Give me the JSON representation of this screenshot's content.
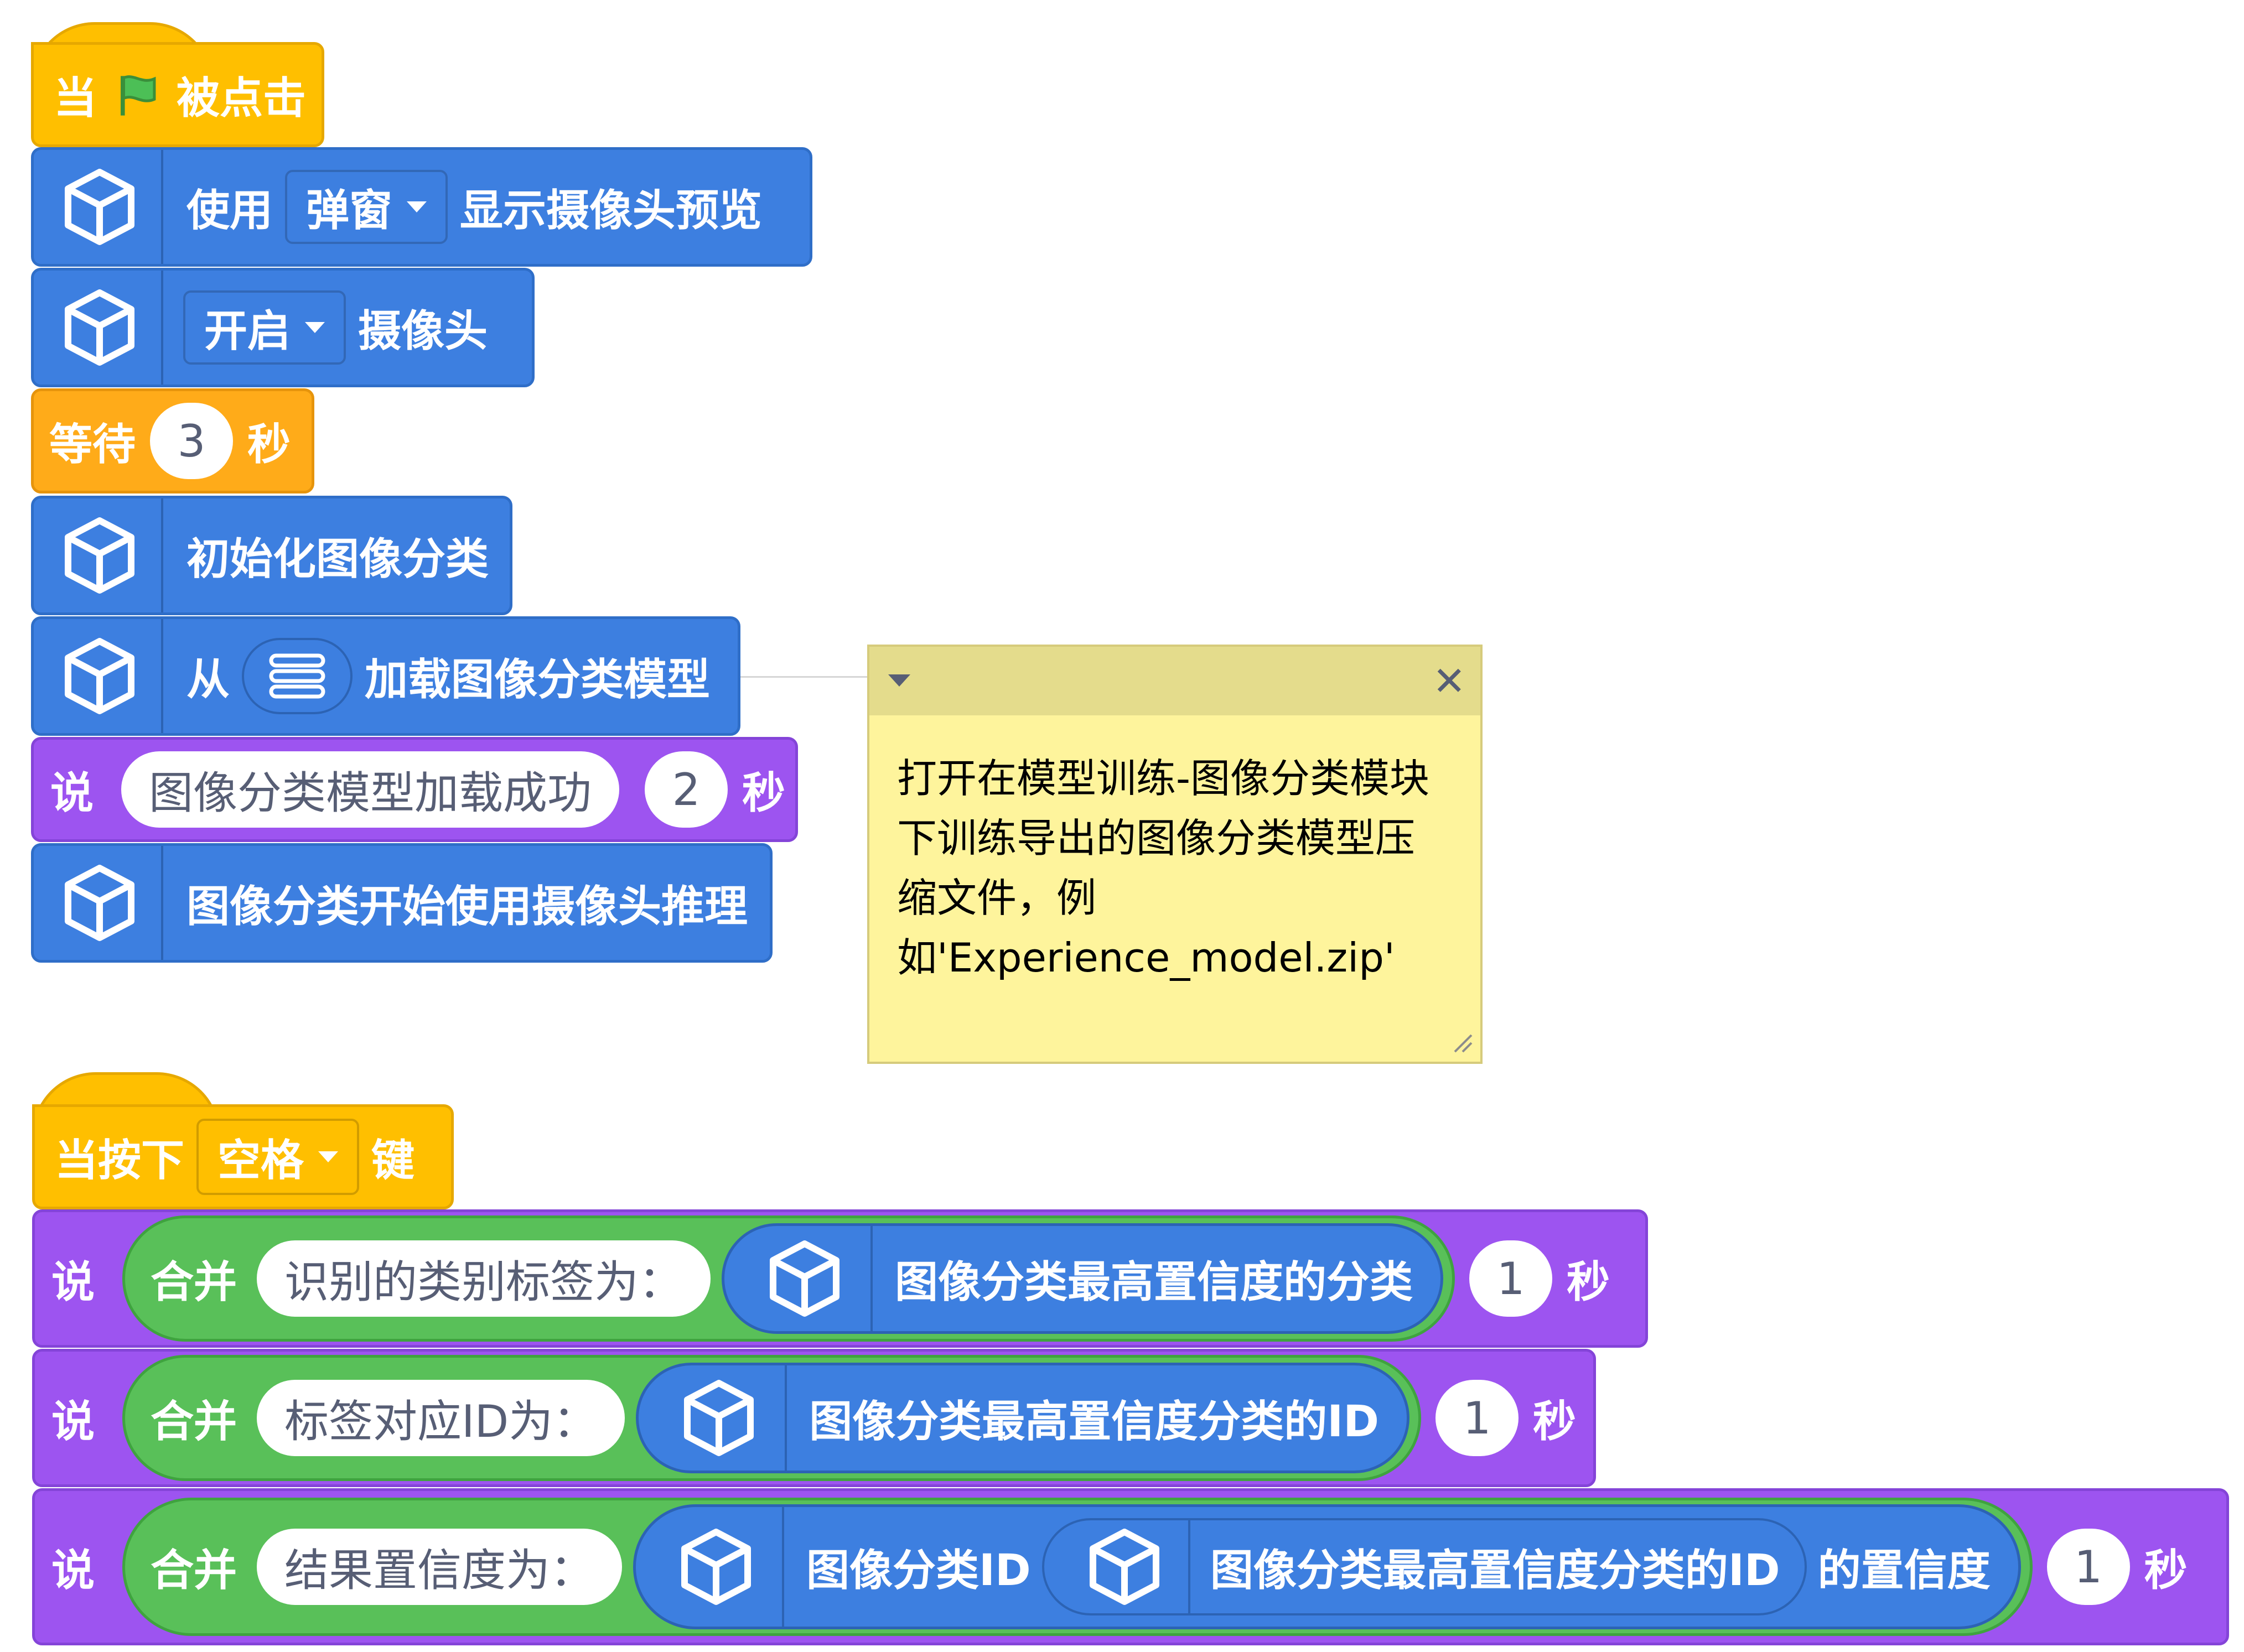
{
  "script1": {
    "hat": {
      "prefix": "当",
      "suffix": "被点击",
      "flag_icon": "green-flag-icon"
    },
    "blocks": [
      {
        "icon": "cube-icon",
        "pre": "使用",
        "dropdown": "弹窗",
        "post": "显示摄像头预览"
      },
      {
        "icon": "cube-icon",
        "dropdown": "开启",
        "post": "摄像头"
      },
      {
        "label": "等待",
        "value": "3",
        "unit": "秒"
      },
      {
        "icon": "cube-icon",
        "text": "初始化图像分类"
      },
      {
        "icon": "cube-icon",
        "pre": "从",
        "list_icon": "list-icon",
        "post": "加载图像分类模型"
      },
      {
        "label": "说",
        "message": "图像分类模型加载成功",
        "value": "2",
        "unit": "秒"
      },
      {
        "icon": "cube-icon",
        "text": "图像分类开始使用摄像头推理"
      }
    ]
  },
  "comment": {
    "text": "打开在模型训练-图像分类模块下训练导出的图像分类模型压缩文件，例如'Experience_model.zip'",
    "lines": [
      "打开在模型训练-图像分类模块",
      "下训练导出的图像分类模型压",
      "缩文件，例",
      "如'Experience_model.zip'"
    ],
    "collapse_icon": "triangle-down-icon",
    "close_icon": "close-icon",
    "resize_icon": "resize-handle-icon"
  },
  "script2": {
    "hat": {
      "prefix": "当按下",
      "dropdown": "空格",
      "suffix": "键"
    },
    "say_blocks": [
      {
        "label": "说",
        "join": "合并",
        "text": "识别的类别标签为：",
        "reporter": "图像分类最高置信度的分类",
        "value": "1",
        "unit": "秒"
      },
      {
        "label": "说",
        "join": "合并",
        "text": "标签对应ID为：",
        "reporter": "图像分类最高置信度分类的ID",
        "value": "1",
        "unit": "秒"
      },
      {
        "label": "说",
        "join": "合并",
        "text": "结果置信度为：",
        "reporter_pre": "图像分类ID",
        "inner_reporter": "图像分类最高置信度分类的ID",
        "reporter_post": "的置信度",
        "value": "1",
        "unit": "秒"
      }
    ]
  },
  "colors": {
    "events": "#ffbf00",
    "extension": "#3d7fe0",
    "control": "#ffab19",
    "looks": "#9d54f0",
    "operators": "#59c059",
    "comment": "#fef49c"
  }
}
